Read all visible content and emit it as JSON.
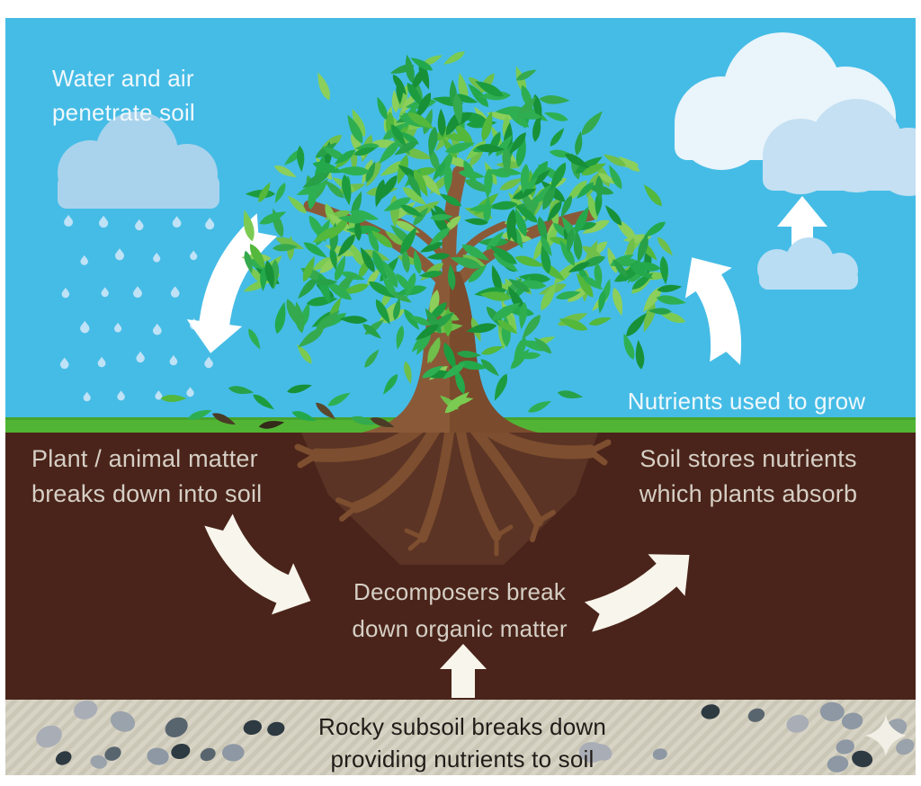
{
  "diagram": {
    "title_semantic": "Soil nutrient cycle diagram",
    "labels": {
      "water_air": {
        "line1": "Water and air",
        "line2": "penetrate soil"
      },
      "nutrients_grow": {
        "text": "Nutrients used to grow"
      },
      "plant_matter": {
        "line1": "Plant / animal matter",
        "line2": "breaks down into soil"
      },
      "soil_stores": {
        "line1": "Soil stores nutrients",
        "line2": "which plants absorb"
      },
      "decomposers": {
        "line1": "Decomposers break",
        "line2": "down organic matter"
      },
      "rocky_subsoil": {
        "line1": "Rocky subsoil breaks down",
        "line2": "providing nutrients to soil"
      }
    }
  },
  "colors": {
    "frame": "#ffffff",
    "sky": "#45bce6",
    "grass": "#52b434",
    "grass_dark": "#3f9a28",
    "soil": "#4a241a",
    "root_zone": "#5b3425",
    "subsoil": "#d8d4c5",
    "subsoil_stripe": "#cbc7b7",
    "trunk": "#8a5a38",
    "trunk_shade": "#7a4b2c",
    "root": "#7d4e2f",
    "arrow": "#ffffff",
    "arrow_soil": "#f8f5ec",
    "rain_cloud": "#a9d3ec",
    "cloud_big": "#e9f4fb",
    "cloud_mid": "#c4e0f2",
    "cloud_small": "#b9ddf3",
    "raindrop": "#bfe2f6",
    "text_sky": "#f0f8fc",
    "text_soil": "#d6cfc5",
    "text_dark": "#211c18",
    "sparkle": "#f2efe6",
    "leaf_palette": [
      "#2eae50",
      "#27a048",
      "#1d9c3f",
      "#189038",
      "#24a84c",
      "#2eb052",
      "#35a94d",
      "#53b83b"
    ],
    "leaf_filler_palette": [
      "#6fbf4a",
      "#7bcb52",
      "#8ccf5a"
    ],
    "debris_palette": [
      "#4a3b26",
      "#332a1a",
      "#59482e"
    ],
    "pebble_palette": [
      "#8d98a4",
      "#a9adb6",
      "#3c4852",
      "#59656e",
      "#9aa2ab",
      "#2e3a42"
    ]
  }
}
